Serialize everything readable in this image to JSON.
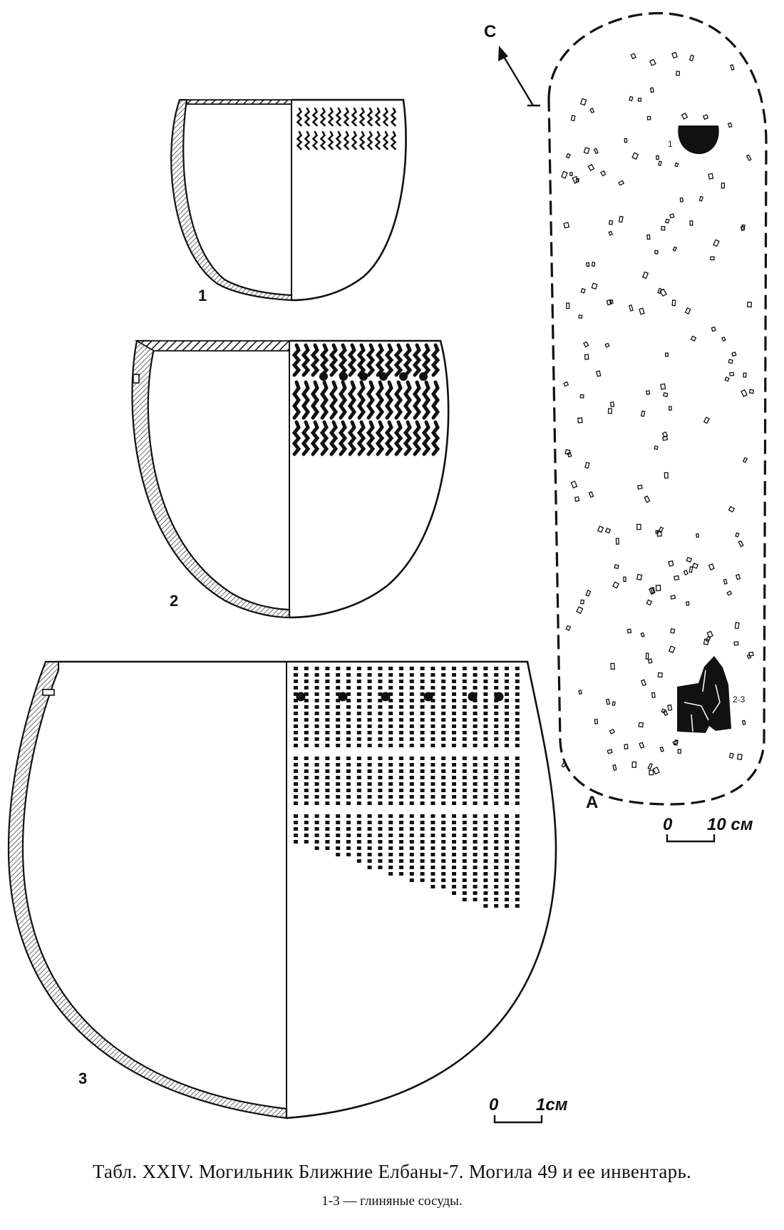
{
  "plate": {
    "vessel_labels": [
      "1",
      "2",
      "3"
    ],
    "grave_plan": {
      "north_label": "С",
      "plan_label": "А",
      "find_labels": [
        "1",
        "2-3"
      ]
    },
    "scale_plan": {
      "zero": "0",
      "value": "10 см"
    },
    "scale_vessels": {
      "zero": "0",
      "value": "1см"
    }
  },
  "caption": {
    "title": "Табл. XXIV. Могильник Ближние Елбаны-7. Могила 49 и ее инвентарь.",
    "subtitle": "1-3 — глиняные сосуды."
  }
}
